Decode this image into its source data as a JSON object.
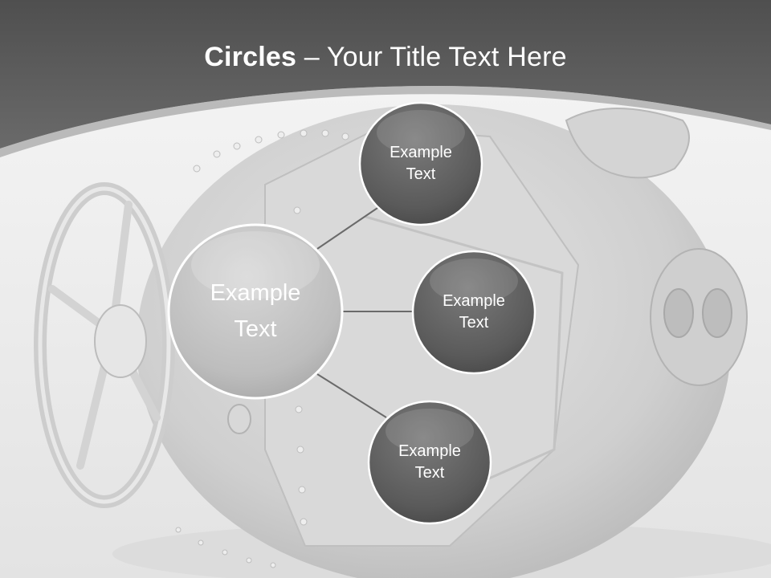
{
  "slide": {
    "title_bold": "Circles",
    "title_rest": " – Your Title Text Here"
  },
  "diagram": {
    "center": {
      "line1": "Example",
      "line2": "Text"
    },
    "satellites": [
      {
        "line1": "Example",
        "line2": "Text"
      },
      {
        "line1": "Example",
        "line2": "Text"
      },
      {
        "line1": "Example",
        "line2": "Text"
      }
    ]
  },
  "colors": {
    "header": "#5a5a5a",
    "center_fill": "#c6c6c6",
    "satellite_fill": "#5e5e5e",
    "connector": "#666666",
    "text": "#ffffff"
  }
}
